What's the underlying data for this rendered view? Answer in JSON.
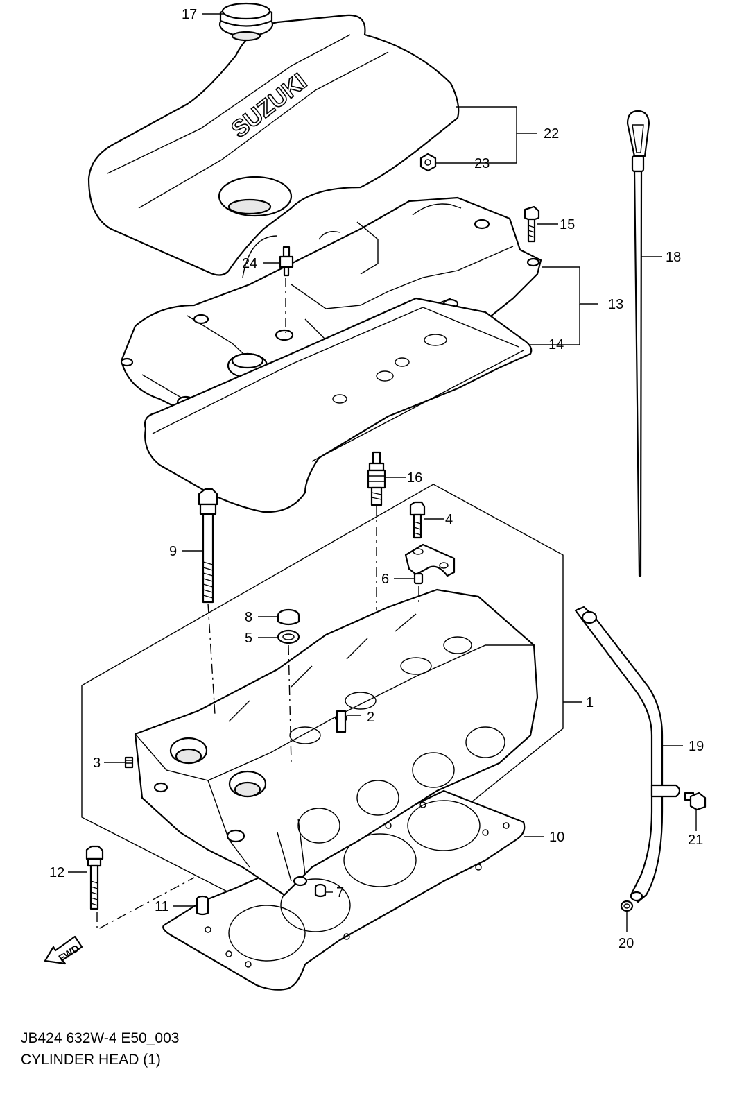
{
  "diagram": {
    "brand_logo_text": "SUZUKI",
    "direction_marker": "FWD",
    "callouts": [
      {
        "id": "1",
        "label": "1"
      },
      {
        "id": "2",
        "label": "2"
      },
      {
        "id": "3",
        "label": "3"
      },
      {
        "id": "4",
        "label": "4"
      },
      {
        "id": "5",
        "label": "5"
      },
      {
        "id": "6",
        "label": "6"
      },
      {
        "id": "7",
        "label": "7"
      },
      {
        "id": "8",
        "label": "8"
      },
      {
        "id": "9",
        "label": "9"
      },
      {
        "id": "10",
        "label": "10"
      },
      {
        "id": "11",
        "label": "11"
      },
      {
        "id": "12",
        "label": "12"
      },
      {
        "id": "13",
        "label": "13"
      },
      {
        "id": "14",
        "label": "14"
      },
      {
        "id": "15",
        "label": "15"
      },
      {
        "id": "16",
        "label": "16"
      },
      {
        "id": "17",
        "label": "17"
      },
      {
        "id": "18",
        "label": "18"
      },
      {
        "id": "19",
        "label": "19"
      },
      {
        "id": "20",
        "label": "20"
      },
      {
        "id": "21",
        "label": "21"
      },
      {
        "id": "22",
        "label": "22"
      },
      {
        "id": "23",
        "label": "23"
      },
      {
        "id": "24",
        "label": "24"
      }
    ]
  },
  "caption": {
    "code": "JB424 632W-4 E50_003",
    "title": "CYLINDER HEAD (1)"
  }
}
